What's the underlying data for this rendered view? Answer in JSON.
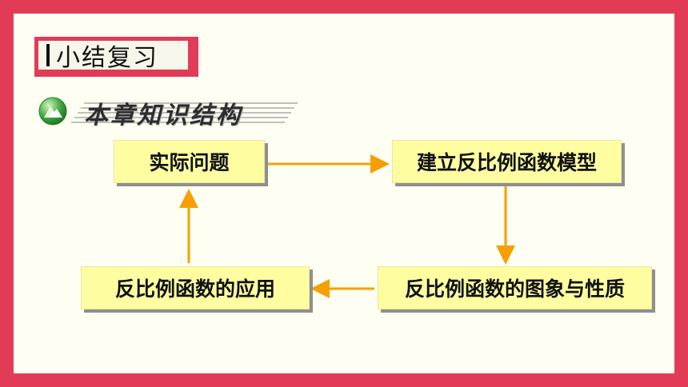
{
  "header": {
    "title": "小结复习",
    "section_title": "本章知识结构"
  },
  "diagram": {
    "nodes": [
      {
        "id": "b1",
        "label": "实际问题"
      },
      {
        "id": "b2",
        "label": "建立反比例函数模型"
      },
      {
        "id": "b3",
        "label": "反比例函数的图象与性质"
      },
      {
        "id": "b4",
        "label": "反比例函数的应用"
      }
    ],
    "edges": [
      {
        "from": "b1",
        "to": "b2"
      },
      {
        "from": "b2",
        "to": "b3"
      },
      {
        "from": "b3",
        "to": "b4"
      },
      {
        "from": "b4",
        "to": "b1"
      }
    ]
  },
  "colors": {
    "frame": "#e23b57",
    "background": "#fefef2",
    "node_fill": "#fefea0",
    "arrow": "#f5a000"
  }
}
